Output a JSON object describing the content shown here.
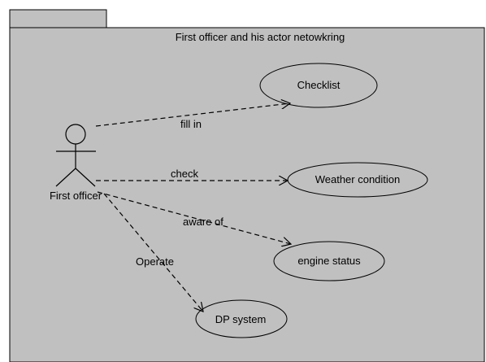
{
  "package": {
    "title": "First officer and his actor netowkring"
  },
  "actor": {
    "name": "First officer"
  },
  "use_cases": {
    "checklist": "Checklist",
    "weather": "Weather condition",
    "engine": "engine status",
    "dp": "DP system"
  },
  "relations": {
    "fill_in": "fill in",
    "check": "check",
    "aware_of": "aware of",
    "operate": "Operate"
  },
  "colors": {
    "package_fill": "#c0c0c0",
    "line": "#000000"
  }
}
